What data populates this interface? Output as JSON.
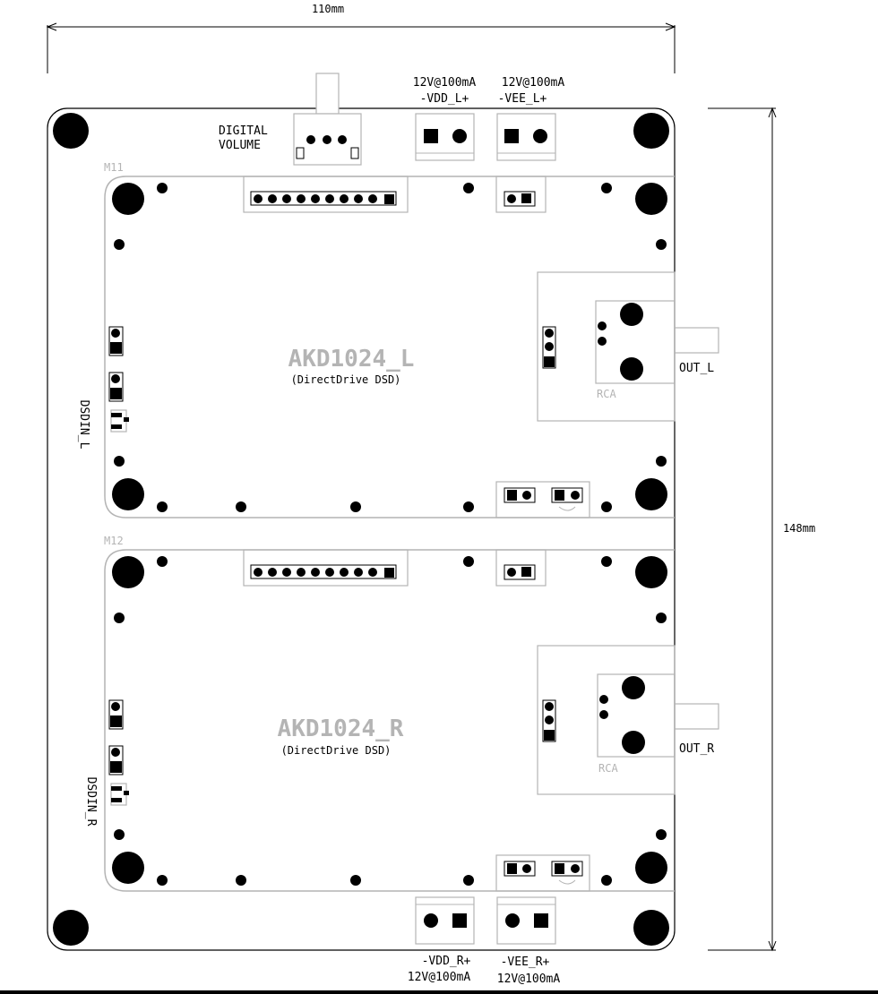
{
  "dimensions": {
    "width_label": "110mm",
    "height_label": "148mm"
  },
  "digital_volume": {
    "line1": "DIGITAL",
    "line2": "VOLUME"
  },
  "power_top_left": {
    "line1": "12V@100mA",
    "line2": "-VDD_L+"
  },
  "power_top_right": {
    "line1": "12V@100mA",
    "line2": "-VEE_L+"
  },
  "power_bottom_left": {
    "line1": "-VDD_R+",
    "line2": "12V@100mA"
  },
  "power_bottom_right": {
    "line1": "-VEE_R+",
    "line2": "12V@100mA"
  },
  "module_left": {
    "ref": "M11",
    "name": "AKD1024_L",
    "subtitle": "(DirectDrive DSD)",
    "rca_label": "RCA",
    "output_label": "OUT_L",
    "dsd_label": "DSDIN_L"
  },
  "module_right": {
    "ref": "M12",
    "name": "AKD1024_R",
    "subtitle": "(DirectDrive DSD)",
    "rca_label": "RCA",
    "output_label": "OUT_R",
    "dsd_label": "DSDIN_R"
  },
  "colors": {
    "outline": "#000000",
    "silkscreen": "#b4b4b4",
    "pad": "#000000"
  }
}
